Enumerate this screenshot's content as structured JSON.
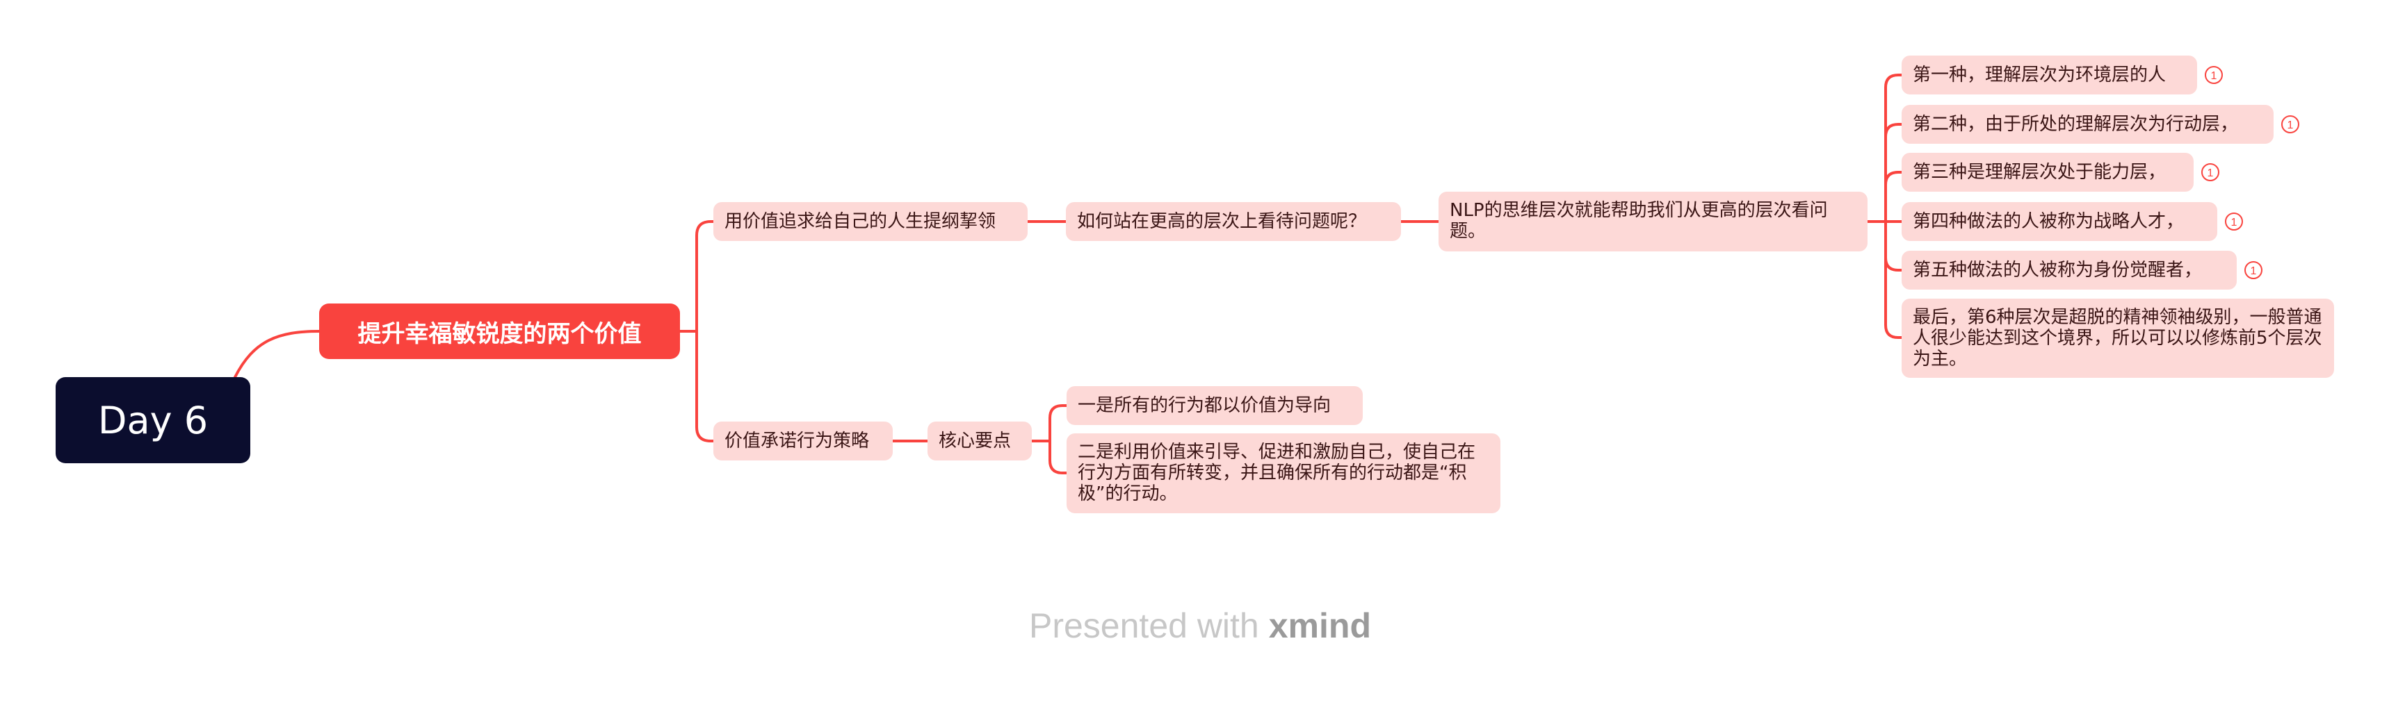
{
  "root": {
    "label": "Day 6"
  },
  "main_topic": {
    "label": "提升幸福敏锐度的两个价值"
  },
  "branch_1": {
    "label": "用价值追求给自己的人生提纲挈领",
    "question": "如何站在更高的层次上看待问题呢？",
    "answer": "NLP的思维层次就能帮助我们从更高的层次看问题。",
    "levels": [
      {
        "label": "第一种，理解层次为环境层的人",
        "badge": "1"
      },
      {
        "label": "第二种，由于所处的理解层次为行动层，",
        "badge": "1"
      },
      {
        "label": "第三种是理解层次处于能力层，",
        "badge": "1"
      },
      {
        "label": "第四种做法的人被称为战略人才，",
        "badge": "1"
      },
      {
        "label": "第五种做法的人被称为身份觉醒者，",
        "badge": "1"
      },
      {
        "label": "最后，第6种层次是超脱的精神领袖级别，一般普通人很少能达到这个境界，所以可以以修炼前5个层次为主。"
      }
    ]
  },
  "branch_2": {
    "label": "价值承诺行为策略",
    "key_points_label": "核心要点",
    "points": [
      {
        "label": "一是所有的行为都以价值为导向"
      },
      {
        "label": "二是利用价值来引导、促进和激励自己，使自己在行为方面有所转变，并且确保所有的行动都是“积极”的行动。"
      }
    ]
  },
  "footer": {
    "presented_with": "Presented with",
    "brand": "xmind"
  },
  "colors": {
    "root_bg": "#0b0d2e",
    "main_bg": "#f9433e",
    "sub_bg": "#fdd9d7",
    "line": "#f9433e",
    "badge": "#f9433e"
  }
}
